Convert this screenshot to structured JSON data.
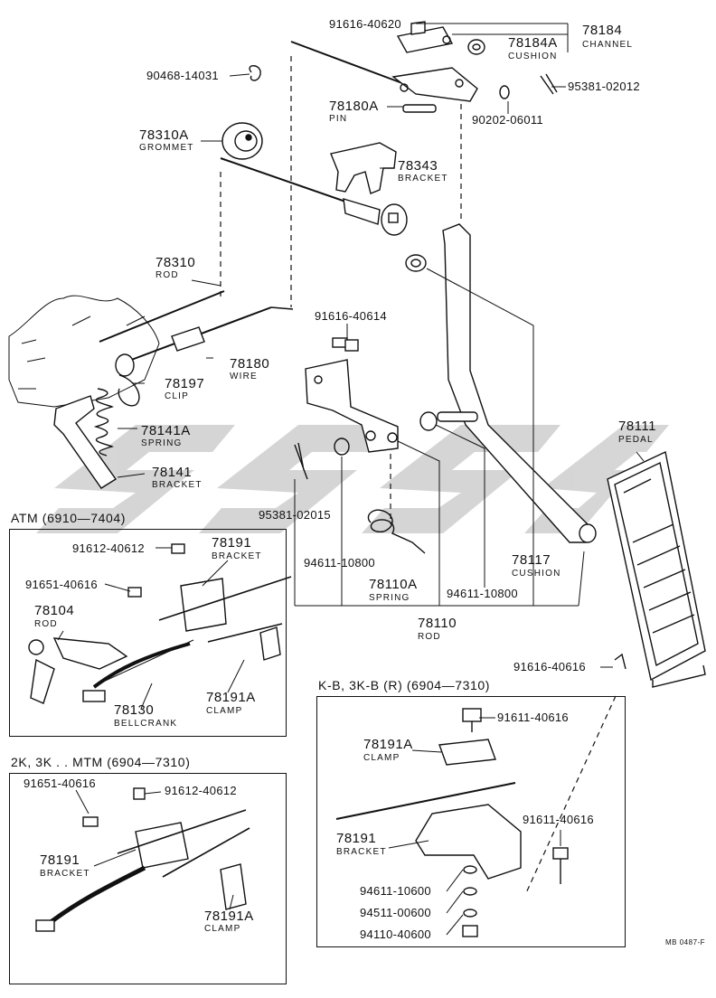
{
  "reference_code": "MB 0487-F",
  "watermark": "SSS",
  "labels": {
    "p91616_40620": "91616-40620",
    "p78184": "78184",
    "p78184_cap": "CHANNEL",
    "p78184A": "78184A",
    "p78184A_cap": "CUSHION",
    "p90468_14031": "90468-14031",
    "p95381_02012": "95381-02012",
    "p78180A": "78180A",
    "p78180A_cap": "PIN",
    "p90202_06011": "90202-06011",
    "p78310A": "78310A",
    "p78310A_cap": "GROMMET",
    "p78343": "78343",
    "p78343_cap": "BRACKET",
    "p78310": "78310",
    "p78310_cap": "ROD",
    "p91616_40614": "91616-40614",
    "p78180": "78180",
    "p78180_cap": "WIRE",
    "p78197": "78197",
    "p78197_cap": "CLIP",
    "p78141A": "78141A",
    "p78141A_cap": "SPRING",
    "p78141": "78141",
    "p78141_cap": "BRACKET",
    "p78111": "78111",
    "p78111_cap": "PEDAL",
    "p95381_02015": "95381-02015",
    "p94611_10800a": "94611-10800",
    "p78110A": "78110A",
    "p78110A_cap": "SPRING",
    "p94611_10800b": "94611-10800",
    "p78117": "78117",
    "p78117_cap": "CUSHION",
    "p78110": "78110",
    "p78110_cap": "ROD",
    "p91616_40616": "91616-40616"
  },
  "atm_box": {
    "title": "ATM (6910—7404)",
    "p91612_40612": "91612-40612",
    "p78191": "78191",
    "p78191_cap": "BRACKET",
    "p91651_40616": "91651-40616",
    "p78104": "78104",
    "p78104_cap": "ROD",
    "p78130": "78130",
    "p78130_cap": "BELLCRANK",
    "p78191A": "78191A",
    "p78191A_cap": "CLAMP"
  },
  "mtm_box": {
    "title": "2K, 3K . . MTM (6904—7310)",
    "p91651_40616": "91651-40616",
    "p91612_40612": "91612-40612",
    "p78191": "78191",
    "p78191_cap": "BRACKET",
    "p78191A": "78191A",
    "p78191A_cap": "CLAMP"
  },
  "kb_box": {
    "title": "K-B, 3K-B (R) (6904—7310)",
    "p91611_40616a": "91611-40616",
    "p78191A": "78191A",
    "p78191A_cap": "CLAMP",
    "p91611_40616b": "91611-40616",
    "p78191": "78191",
    "p78191_cap": "BRACKET",
    "p94611_10600": "94611-10600",
    "p94511_00600": "94511-00600",
    "p94110_40600": "94110-40600"
  }
}
